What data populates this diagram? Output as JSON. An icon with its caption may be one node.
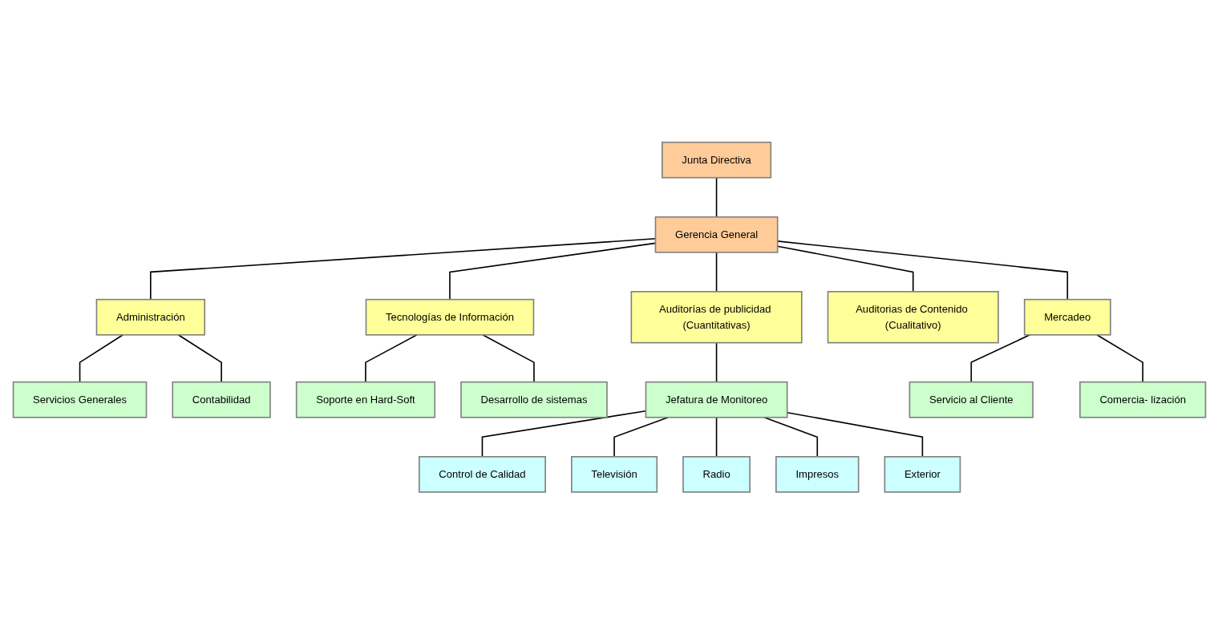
{
  "diagram": {
    "nodes": [
      {
        "text": [
          "Junta Directiva"
        ]
      },
      {
        "text": [
          "Gerencia General"
        ]
      },
      {
        "text": [
          "Administración"
        ]
      },
      {
        "text": [
          "Tecnologías de Información"
        ]
      },
      {
        "text": [
          "Auditorías de publicidad (Cuantitativas)"
        ]
      },
      {
        "text": [
          "Auditorias de Contenido (Cualitativo)"
        ]
      },
      {
        "text": [
          "Mercadeo"
        ]
      },
      {
        "text": [
          "Servicios Generales"
        ]
      },
      {
        "text": [
          "Contabilidad"
        ]
      },
      {
        "text": [
          "Soporte en Hard-Soft"
        ]
      },
      {
        "text": [
          "Desarrollo de sistemas"
        ]
      },
      {
        "text": [
          "Jefatura de Monitoreo"
        ]
      },
      {
        "text": [
          "Control de Calidad"
        ]
      },
      {
        "text": [
          "Servicio al Cliente"
        ]
      },
      {
        "text": [
          "Comercia- lización"
        ]
      },
      {
        "text": [
          "Televisión"
        ]
      },
      {
        "text": [
          "Radio"
        ]
      },
      {
        "text": [
          "Impresos"
        ]
      },
      {
        "text": [
          "Exterior"
        ]
      }
    ],
    "edges": [
      {
        "from": 0,
        "to": 1,
        "arrow": "none"
      },
      {
        "from": 1,
        "to": 2,
        "arrow": "none"
      },
      {
        "from": 1,
        "to": 3,
        "arrow": "none"
      },
      {
        "from": 1,
        "to": 4,
        "arrow": "none"
      },
      {
        "from": 1,
        "to": 5,
        "arrow": "none"
      },
      {
        "from": 1,
        "to": 6,
        "arrow": "none"
      },
      {
        "from": 2,
        "to": 7,
        "arrow": "none"
      },
      {
        "from": 2,
        "to": 8,
        "arrow": "none"
      },
      {
        "from": 3,
        "to": 9,
        "arrow": "none"
      },
      {
        "from": 3,
        "to": 10,
        "arrow": "none"
      },
      {
        "from": 4,
        "to": 11,
        "arrow": "none"
      },
      {
        "from": 11,
        "to": 12,
        "arrow": "none"
      },
      {
        "from": 6,
        "to": 13,
        "arrow": "none"
      },
      {
        "from": 6,
        "to": 14,
        "arrow": "none"
      },
      {
        "from": 11,
        "to": 15,
        "arrow": "none"
      },
      {
        "from": 11,
        "to": 16,
        "arrow": "none"
      },
      {
        "from": 11,
        "to": 17,
        "arrow": "none"
      },
      {
        "from": 11,
        "to": 18,
        "arrow": "none"
      }
    ]
  }
}
